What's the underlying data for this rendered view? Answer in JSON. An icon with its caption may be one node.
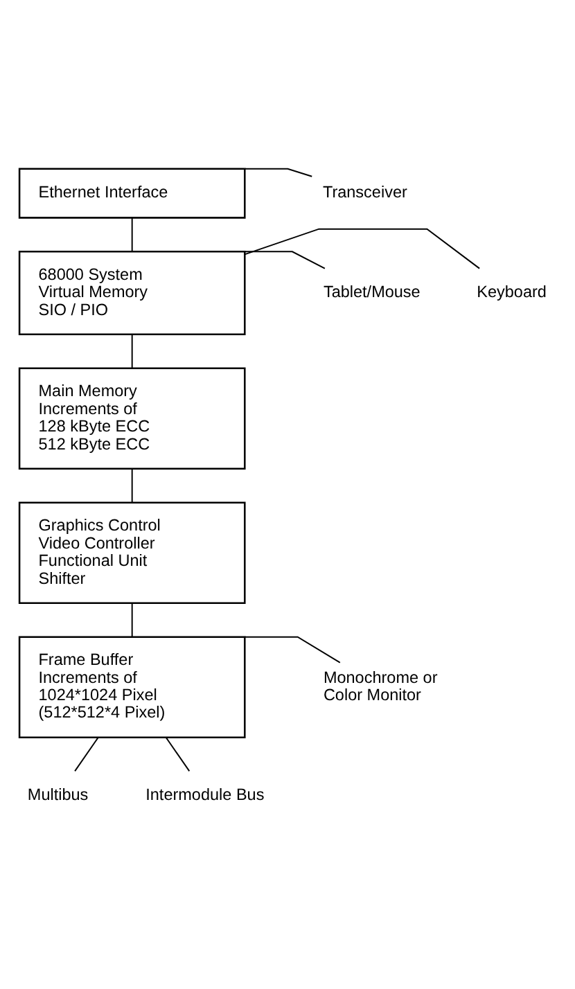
{
  "diagram": {
    "nodes": [
      {
        "text": [
          "Ethernet Interface"
        ]
      },
      {
        "text": [
          "Transceiver"
        ]
      },
      {
        "text": [
          "68000 System Virtual Memory SIO / PIO"
        ]
      },
      {
        "text": [
          "Keyboard"
        ]
      },
      {
        "text": [
          "Tablet/Mouse"
        ]
      },
      {
        "text": [
          "Main Memory Increments of 128 kByte ECC 512 kByte ECC"
        ]
      },
      {
        "text": [
          "Graphics Control Video Controller Functional Unit Shifter"
        ]
      },
      {
        "text": [
          "Frame Buffer Increments of 1024*1024 Pixel (512*512*4 Pixel)"
        ]
      },
      {
        "text": [
          "Monochrome or Color Monitor"
        ]
      },
      {
        "text": [
          "Multibus"
        ]
      },
      {
        "text": [
          "Intermodule Bus"
        ]
      }
    ],
    "edges": [
      {
        "from": 0,
        "to": 1,
        "arrow": "none"
      },
      {
        "from": 0,
        "to": 2,
        "arrow": "none"
      },
      {
        "from": 2,
        "to": 3,
        "arrow": "none"
      },
      {
        "from": 2,
        "to": 4,
        "arrow": "none"
      },
      {
        "from": 2,
        "to": 5,
        "arrow": "none"
      },
      {
        "from": 5,
        "to": 6,
        "arrow": "none"
      },
      {
        "from": 6,
        "to": 7,
        "arrow": "none"
      },
      {
        "from": 7,
        "to": 8,
        "arrow": "none"
      },
      {
        "from": 7,
        "to": 9,
        "arrow": "none"
      },
      {
        "from": 7,
        "to": 10,
        "arrow": "none"
      }
    ]
  }
}
